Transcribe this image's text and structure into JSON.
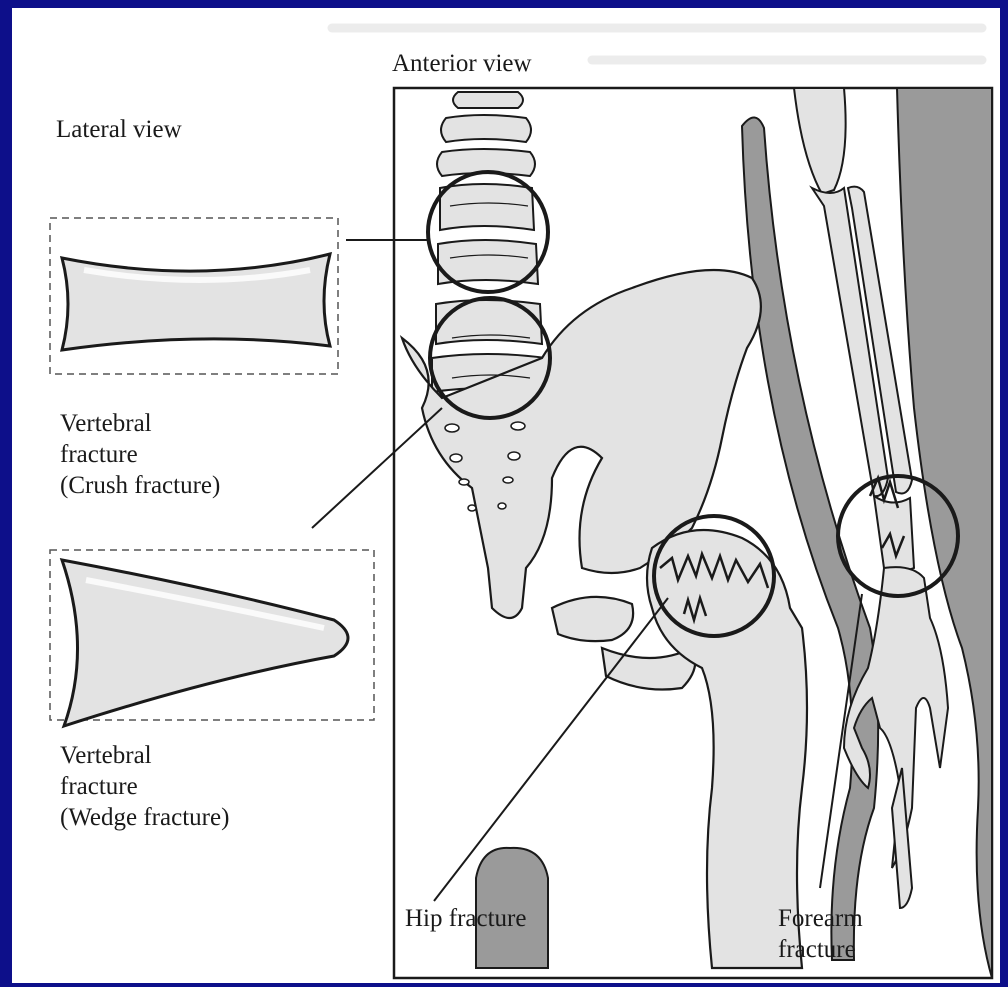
{
  "labels": {
    "anterior_view": "Anterior view",
    "lateral_view": "Lateral view",
    "crush": [
      "Vertebral",
      "fracture",
      "(Crush fracture)"
    ],
    "wedge": [
      "Vertebral",
      "fracture",
      "(Wedge fracture)"
    ],
    "hip": "Hip fracture",
    "forearm": [
      "Forearm",
      "fracture"
    ]
  },
  "colors": {
    "slide_border": "#0d0f8a",
    "bone_fill": "#e3e3e3",
    "soft_tissue": "#9a9a9a",
    "ink": "#1a1a1a"
  }
}
